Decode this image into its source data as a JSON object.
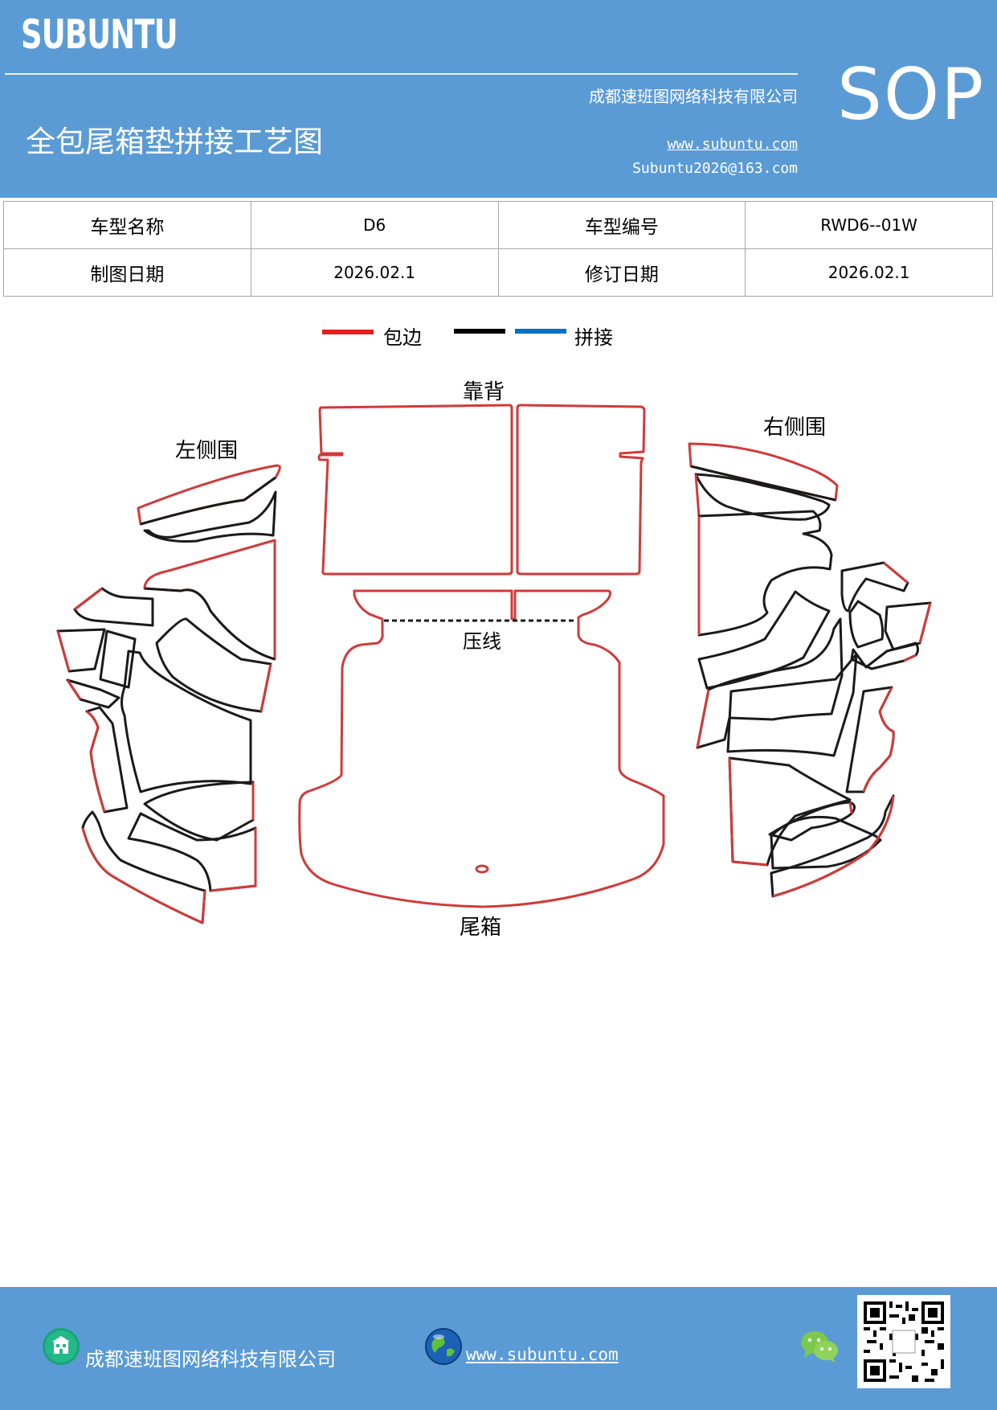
{
  "header": {
    "brand": "SUBUNTU",
    "badge": "SOP",
    "company": "成都速班图网络科技有限公司",
    "title": "全包尾箱垫拼接工艺图",
    "website": "www.subuntu.com",
    "email": "Subuntu2026@163.com"
  },
  "info_table": {
    "rows": [
      [
        "车型名称",
        "D6",
        "车型编号",
        "RWD6--01W"
      ],
      [
        "制图日期",
        "2026.02.1",
        "修订日期",
        "2026.02.1"
      ]
    ]
  },
  "legend": {
    "items": [
      {
        "label": "包边",
        "color": "#e41e1e"
      },
      {
        "label": "",
        "color": "#000000"
      },
      {
        "label": "拼接",
        "color": "#0070c0"
      }
    ]
  },
  "diagram": {
    "labels": {
      "backrest": "靠背",
      "left_side": "左侧围",
      "right_side": "右侧围",
      "crease": "压线",
      "trunk": "尾箱"
    },
    "colors": {
      "edge": "#d03a3a",
      "seam": "#1a1a1a"
    }
  },
  "footer": {
    "company": "成都速班图网络科技有限公司",
    "website": "www.subuntu.com",
    "icons": [
      "building-icon",
      "globe-icon",
      "wechat-icon",
      "qr-code"
    ]
  }
}
